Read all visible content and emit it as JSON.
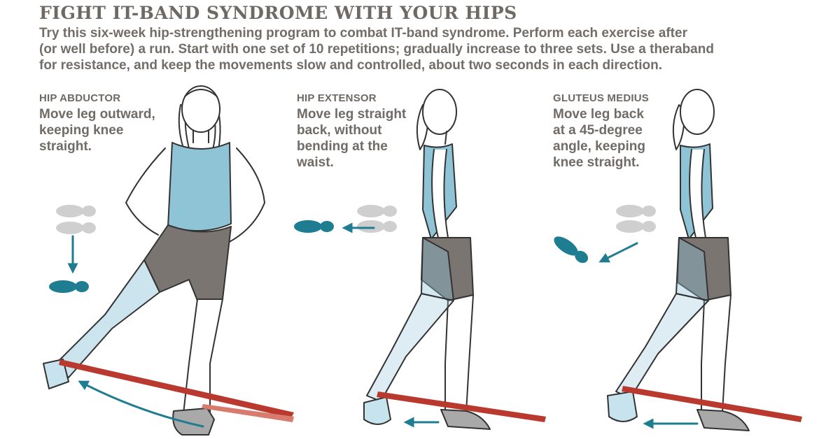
{
  "title": "FIGHT IT-BAND SYNDROME WITH YOUR HIPS",
  "intro_lines": [
    "Try this six-week hip-strengthening program to combat IT-band syndrome. Perform each exercise after",
    "(or well before) a run. Start with one set of 10 repetitions; gradually increase to three sets. Use a theraband",
    "for resistance, and keep the movements slow and controlled, about two seconds in each direction."
  ],
  "exercises": [
    {
      "heading": "HIP ABDUCTOR",
      "desc_lines": [
        "Move leg outward,",
        "keeping knee",
        "straight."
      ]
    },
    {
      "heading": "HIP EXTENSOR",
      "desc_lines": [
        "Move leg straight",
        "back, without",
        "bending at the",
        "waist."
      ]
    },
    {
      "heading": "GLUTEUS MEDIUS",
      "desc_lines": [
        "Move leg back",
        "at a 45-degree",
        "angle, keeping",
        "knee straight."
      ]
    }
  ],
  "colors": {
    "top": "#8fc3d6",
    "shorts": "#7b7572",
    "band": "#b9392f",
    "footprint_gray": "#cfcfcf",
    "footprint_teal": "#1f7d92",
    "arrow": "#1f7d92",
    "skin_outline": "#333333",
    "shoe": "#a9a9a9",
    "ghost": "#c7e3ee"
  }
}
